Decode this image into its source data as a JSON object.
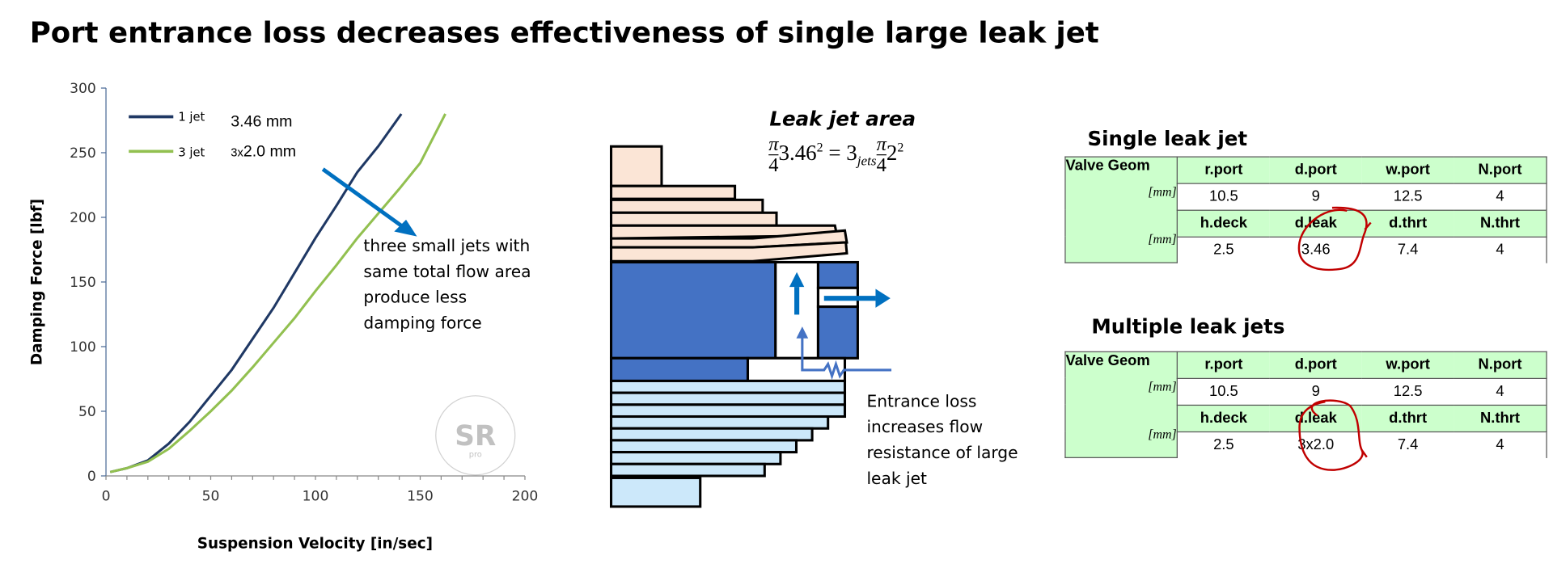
{
  "title": "Port entrance loss decreases effectiveness of single large leak jet",
  "chart_data": {
    "type": "line",
    "xlabel": "Suspension Velocity [in/sec]",
    "ylabel": "Damping Force [lbf]",
    "xlim": [
      0,
      200
    ],
    "ylim": [
      0,
      300
    ],
    "xticks": [
      0,
      50,
      100,
      150,
      200
    ],
    "yticks": [
      0,
      50,
      100,
      150,
      200,
      250,
      300
    ],
    "grid": false,
    "legend_position": "top-left",
    "series": [
      {
        "name": "1 jet",
        "color": "#1f3864",
        "annotation": "3.46 mm",
        "x": [
          2,
          10,
          20,
          30,
          40,
          50,
          60,
          70,
          80,
          90,
          100,
          110,
          120,
          130,
          141
        ],
        "y": [
          3,
          6,
          12,
          25,
          42,
          62,
          82,
          106,
          130,
          157,
          184,
          209,
          235,
          255,
          280
        ]
      },
      {
        "name": "3 jet",
        "color": "#92c050",
        "annotation_prefix": "3x",
        "annotation": "2.0 mm",
        "x": [
          2,
          10,
          20,
          30,
          40,
          50,
          60,
          70,
          80,
          90,
          100,
          110,
          120,
          130,
          140,
          150,
          162
        ],
        "y": [
          3,
          6,
          11,
          21,
          35,
          50,
          66,
          84,
          103,
          122,
          143,
          163,
          184,
          203,
          222,
          242,
          280
        ]
      }
    ],
    "arrow_color": "#0070c0",
    "annotation": [
      "three small jets with",
      "same total flow area",
      "produce less",
      "damping force"
    ],
    "watermark": "www.ShimReStackor.com SR pro"
  },
  "diagram": {
    "heading": "Leak jet area",
    "equation": {
      "pi": "π",
      "den": "4",
      "lhs": "3.46",
      "exp": "2",
      "eq": "=",
      "coef": "3",
      "sub": "jets",
      "rhs": "2"
    },
    "note": [
      "Entrance loss",
      "increases flow",
      "resistance of large",
      "leak jet"
    ],
    "colors": {
      "shim_top": "#fbe5d6",
      "piston": "#4472c4",
      "shim_bottom": "#cce8fa",
      "flow": "#0070c0"
    }
  },
  "tables": [
    {
      "title": "Single leak jet",
      "label": "Valve Geom",
      "unit": "[mm]",
      "header1": [
        "r.port",
        "d.port",
        "w.port",
        "N.port"
      ],
      "values1": [
        "10.5",
        "9",
        "12.5",
        "4"
      ],
      "header2": [
        "h.deck",
        "d.leak",
        "d.thrt",
        "N.thrt"
      ],
      "values2": [
        "2.5",
        "3.46",
        "7.4",
        "4"
      ]
    },
    {
      "title": "Multiple leak jets",
      "label": "Valve Geom",
      "unit": "[mm]",
      "header1": [
        "r.port",
        "d.port",
        "w.port",
        "N.port"
      ],
      "values1": [
        "10.5",
        "9",
        "12.5",
        "4"
      ],
      "header2": [
        "h.deck",
        "d.leak",
        "d.thrt",
        "N.thrt"
      ],
      "values2": [
        "2.5",
        "3x2.0",
        "7.4",
        "4"
      ]
    }
  ],
  "highlight_color": "#c00000"
}
